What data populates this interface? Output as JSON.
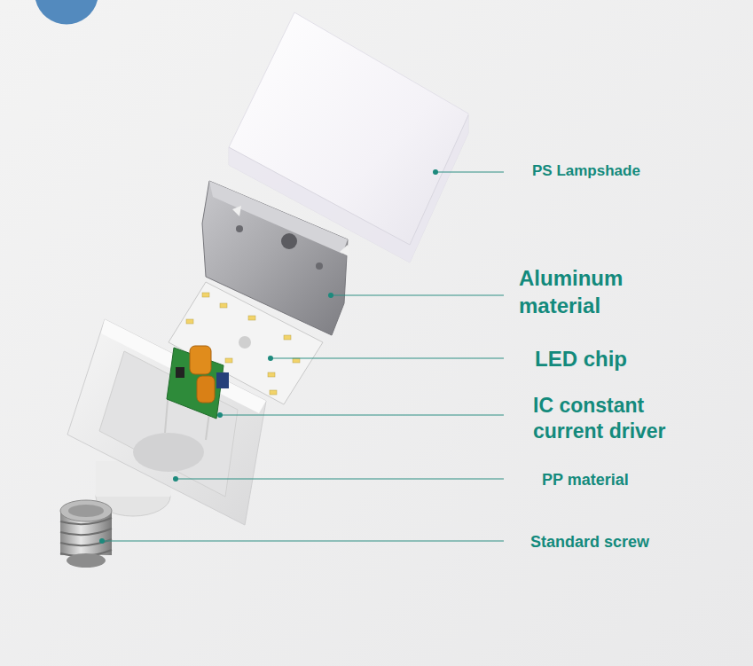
{
  "diagram": {
    "labels": [
      "PS Lampshade",
      "Aluminum material",
      "LED chip",
      "IC constant current driver",
      "PP material",
      "Standard screw"
    ]
  }
}
